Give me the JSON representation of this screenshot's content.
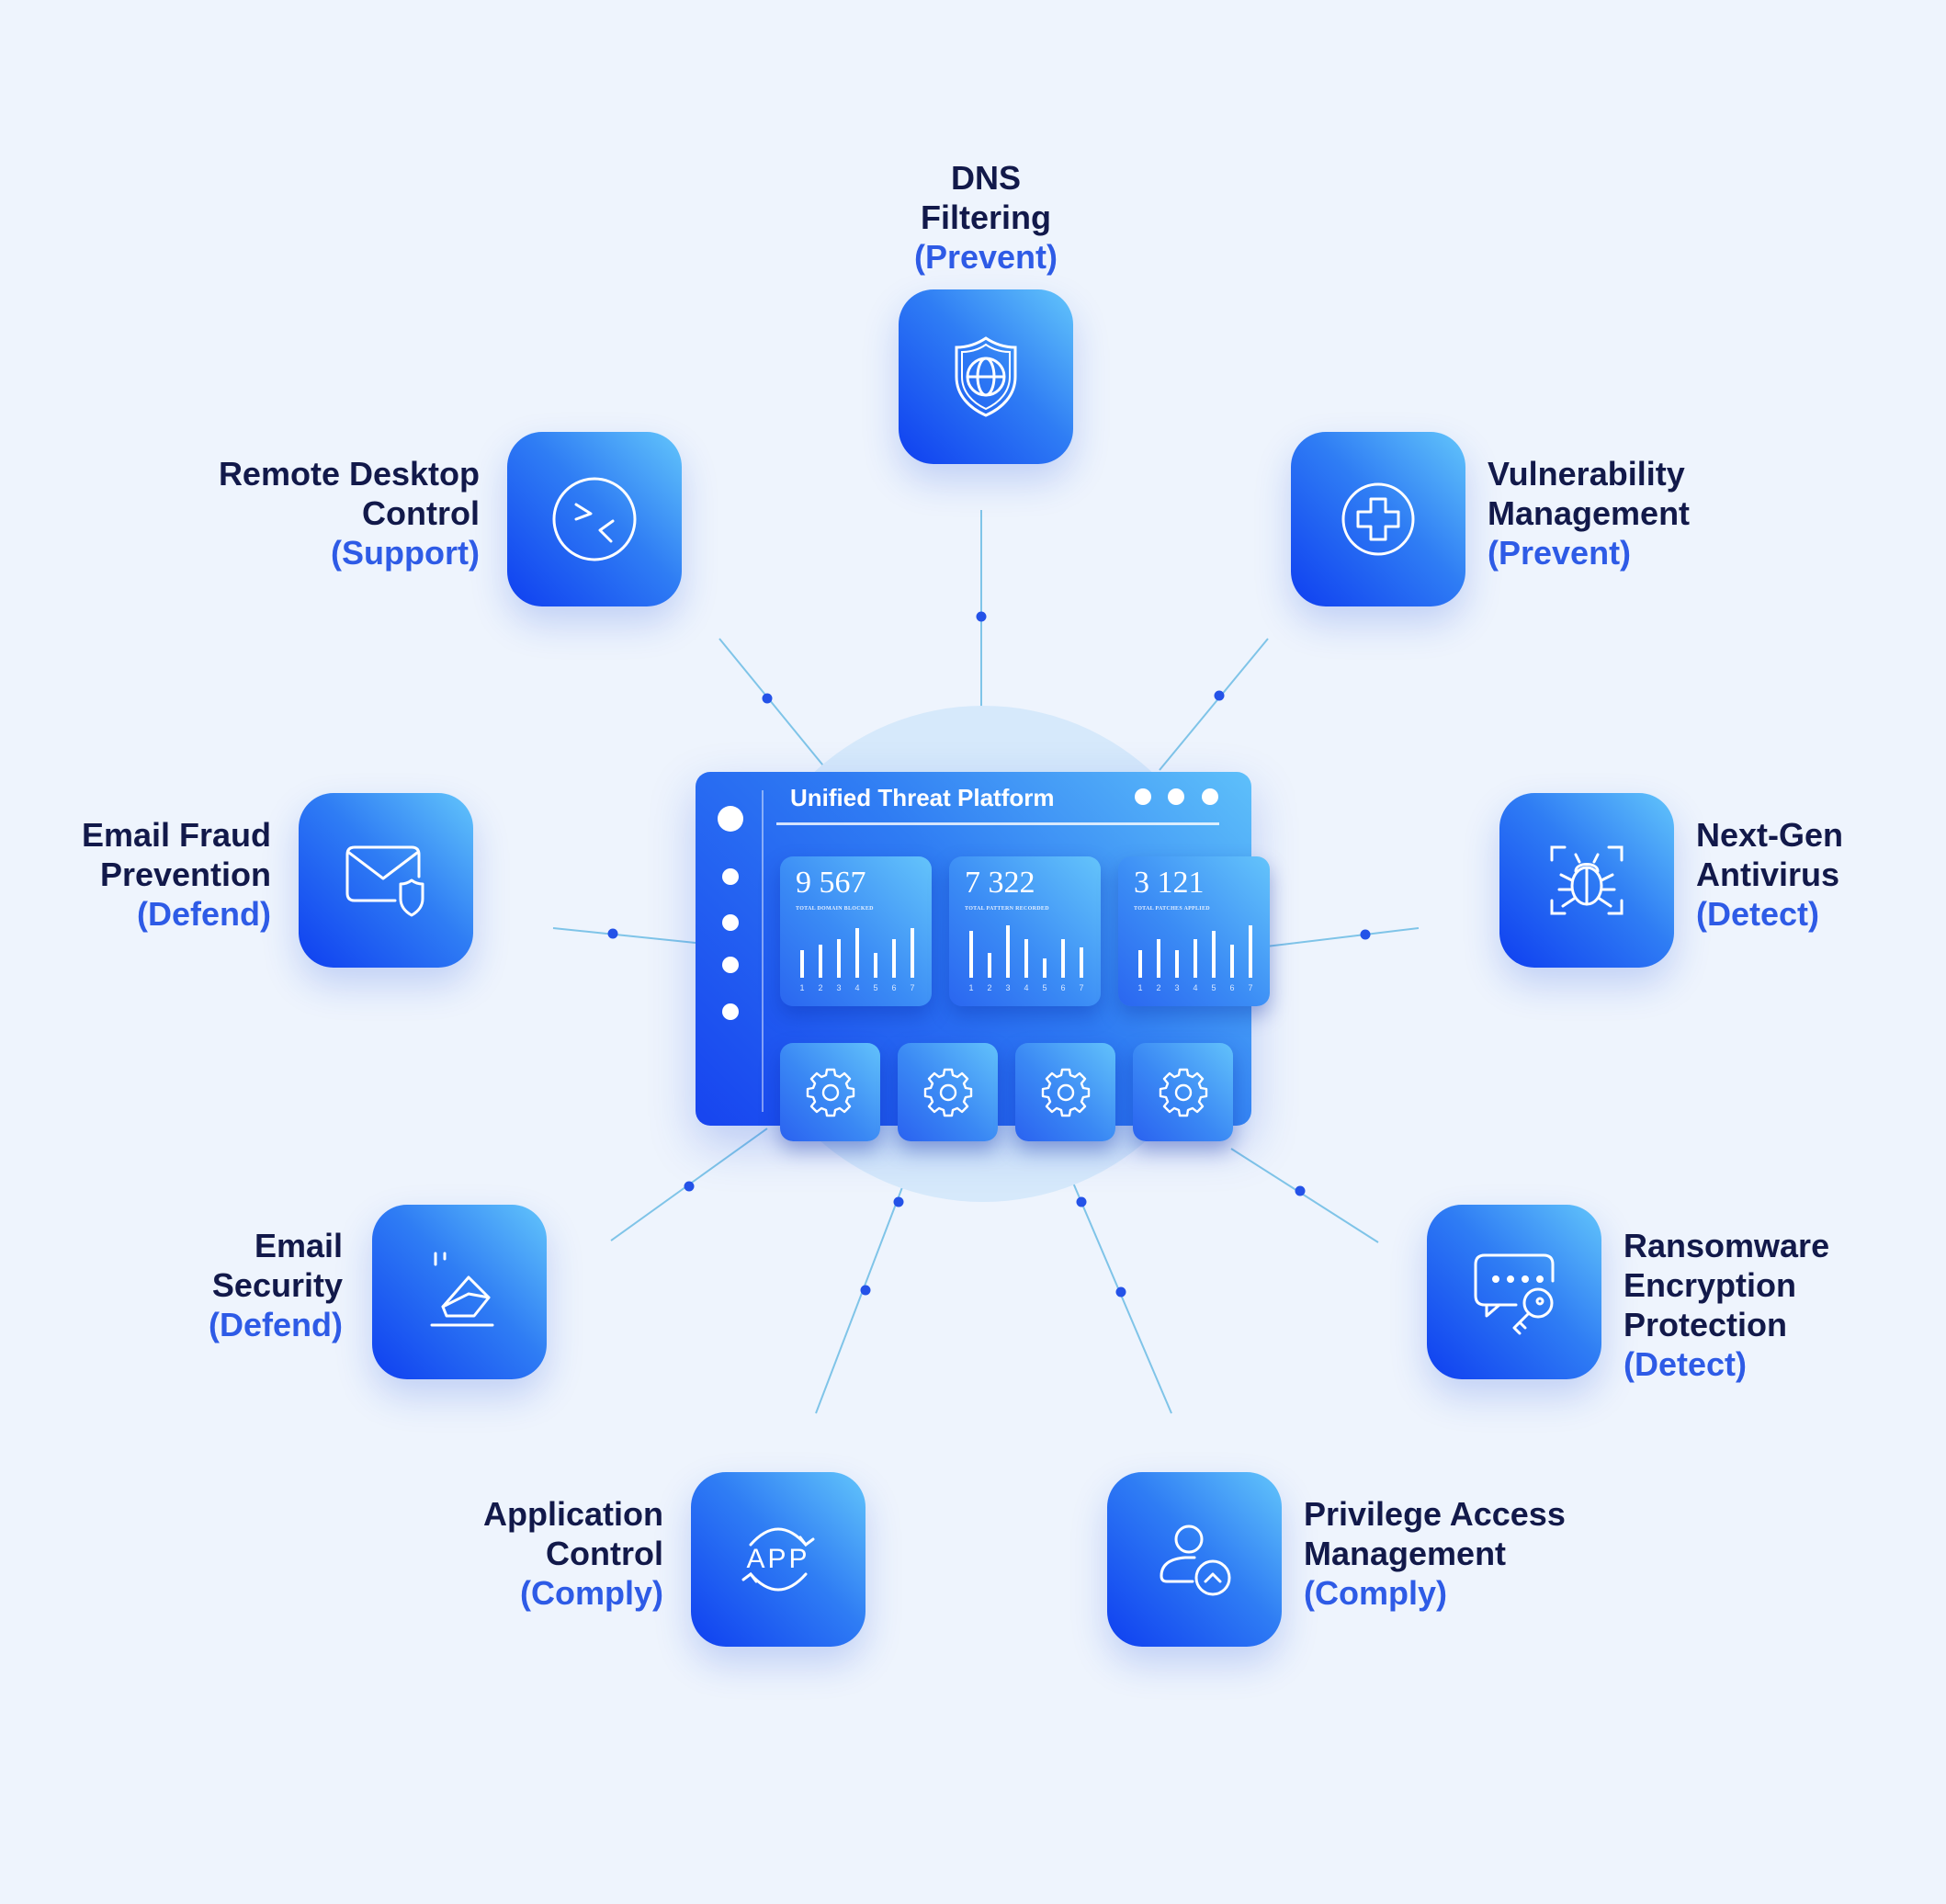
{
  "colors": {
    "background": "#eef4fd",
    "title_text": "#12194a",
    "category_text": "#2e5be6",
    "accent": "#1744ef",
    "connector": "#7fc4e8"
  },
  "platform": {
    "title": "Unified Threat Platform",
    "stats": [
      {
        "value": "9 567",
        "caption": "TOTAL DOMAIN BLOCKED",
        "bars": [
          0.5,
          0.6,
          0.7,
          0.9,
          0.45,
          0.7,
          0.9
        ]
      },
      {
        "value": "7 322",
        "caption": "TOTAL PATTERN RECORDED",
        "bars": [
          0.85,
          0.45,
          0.95,
          0.7,
          0.35,
          0.7,
          0.55
        ]
      },
      {
        "value": "3 121",
        "caption": "TOTAL PATCHES APPLIED",
        "bars": [
          0.5,
          0.7,
          0.5,
          0.7,
          0.85,
          0.6,
          0.95
        ]
      }
    ],
    "axis_ticks": [
      "1",
      "2",
      "3",
      "4",
      "5",
      "6",
      "7"
    ]
  },
  "nodes": [
    {
      "id": "dns",
      "icon": "shield-globe-icon",
      "title_lines": [
        "DNS",
        "Filtering"
      ],
      "category": "(Prevent)"
    },
    {
      "id": "vuln",
      "icon": "plus-circle-icon",
      "title_lines": [
        "Vulnerability",
        "Management"
      ],
      "category": "(Prevent)"
    },
    {
      "id": "ngav",
      "icon": "bug-scan-icon",
      "title_lines": [
        "Next-Gen",
        "Antivirus"
      ],
      "category": "(Detect)"
    },
    {
      "id": "ransom",
      "icon": "chat-key-icon",
      "title_lines": [
        "Ransomware",
        "Encryption",
        "Protection"
      ],
      "category": "(Detect)"
    },
    {
      "id": "pam",
      "icon": "user-up-icon",
      "title_lines": [
        "Privilege Access",
        "Management"
      ],
      "category": "(Comply)"
    },
    {
      "id": "app",
      "icon": "app-icon",
      "title_lines": [
        "Application",
        "Control"
      ],
      "category": "(Comply)"
    },
    {
      "id": "emailsec",
      "icon": "envelope-pen-icon",
      "title_lines": [
        "Email",
        "Security"
      ],
      "category": "(Defend)"
    },
    {
      "id": "emailfraud",
      "icon": "envelope-shield-icon",
      "title_lines": [
        "Email Fraud",
        "Prevention"
      ],
      "category": "(Defend)"
    },
    {
      "id": "rdc",
      "icon": "remote-arrows-icon",
      "title_lines": [
        "Remote Desktop",
        "Control"
      ],
      "category": "(Support)"
    }
  ],
  "app_icon_text": "APP"
}
